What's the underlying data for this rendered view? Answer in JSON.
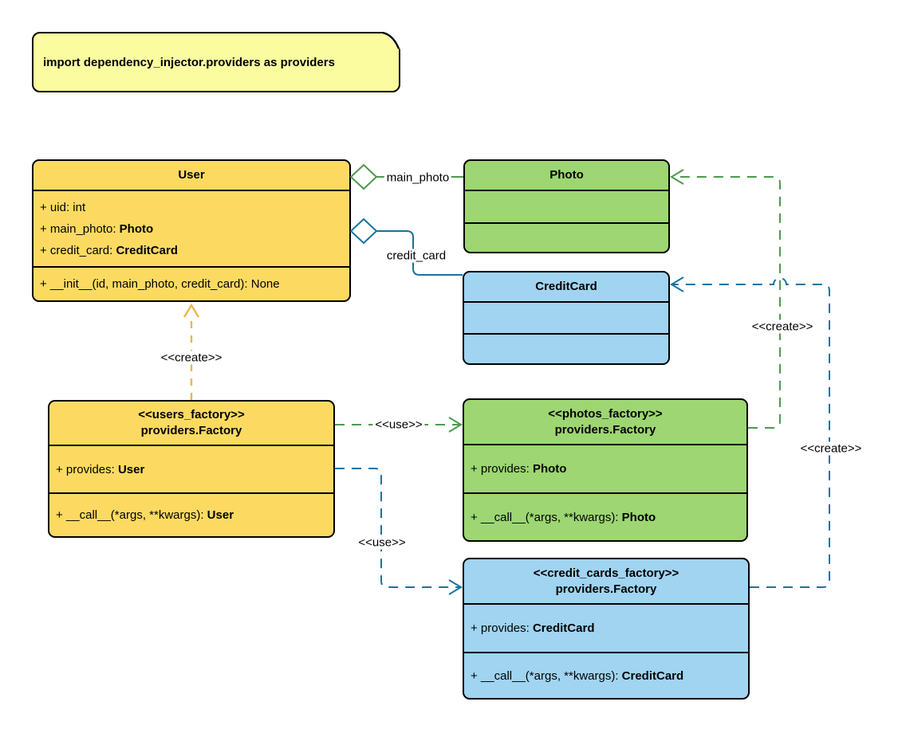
{
  "note": {
    "text": "import dependency_injector.providers as providers"
  },
  "colors": {
    "yellow_fill": "#FCDA62",
    "green_fill": "#9DD672",
    "blue_fill": "#A0D4F0",
    "note_fill": "#FBFB9F",
    "green_edge": "#4D9A4D",
    "blue_edge": "#17749F",
    "gold_edge": "#E8B84B",
    "border": "#000000"
  },
  "classes": {
    "user": {
      "title": "User",
      "attributes": [
        {
          "text": "+ uid: int",
          "bold": ""
        },
        {
          "text": "+ main_photo: ",
          "bold": "Photo"
        },
        {
          "text": "+ credit_card: ",
          "bold": "CreditCard"
        }
      ],
      "methods": [
        {
          "text": "+ __init__(id, main_photo, credit_card): None",
          "bold": ""
        }
      ]
    },
    "photo": {
      "title": "Photo"
    },
    "credit_card": {
      "title": "CreditCard"
    },
    "users_factory": {
      "stereotype": "<<users_factory>>",
      "title": "providers.Factory",
      "attributes": [
        {
          "text": "+ provides: ",
          "bold": "User"
        }
      ],
      "methods": [
        {
          "text": "+ __call__(*args, **kwargs): ",
          "bold": "User"
        }
      ]
    },
    "photos_factory": {
      "stereotype": "<<photos_factory>>",
      "title": "providers.Factory",
      "attributes": [
        {
          "text": "+ provides: ",
          "bold": "Photo"
        }
      ],
      "methods": [
        {
          "text": "+ __call__(*args, **kwargs): ",
          "bold": "Photo"
        }
      ]
    },
    "credit_cards_factory": {
      "stereotype": "<<credit_cards_factory>>",
      "title": "providers.Factory",
      "attributes": [
        {
          "text": "+ provides: ",
          "bold": "CreditCard"
        }
      ],
      "methods": [
        {
          "text": "+ __call__(*args, **kwargs): ",
          "bold": "CreditCard"
        }
      ]
    }
  },
  "edges": {
    "main_photo": {
      "label": "main_photo"
    },
    "credit_card": {
      "label": "credit_card"
    },
    "create_user": {
      "label": "<<create>>"
    },
    "use_photos": {
      "label": "<<use>>"
    },
    "use_credit_cards": {
      "label": "<<use>>"
    },
    "create_photo": {
      "label": "<<create>>"
    },
    "create_credit_card": {
      "label": "<<create>>"
    }
  }
}
